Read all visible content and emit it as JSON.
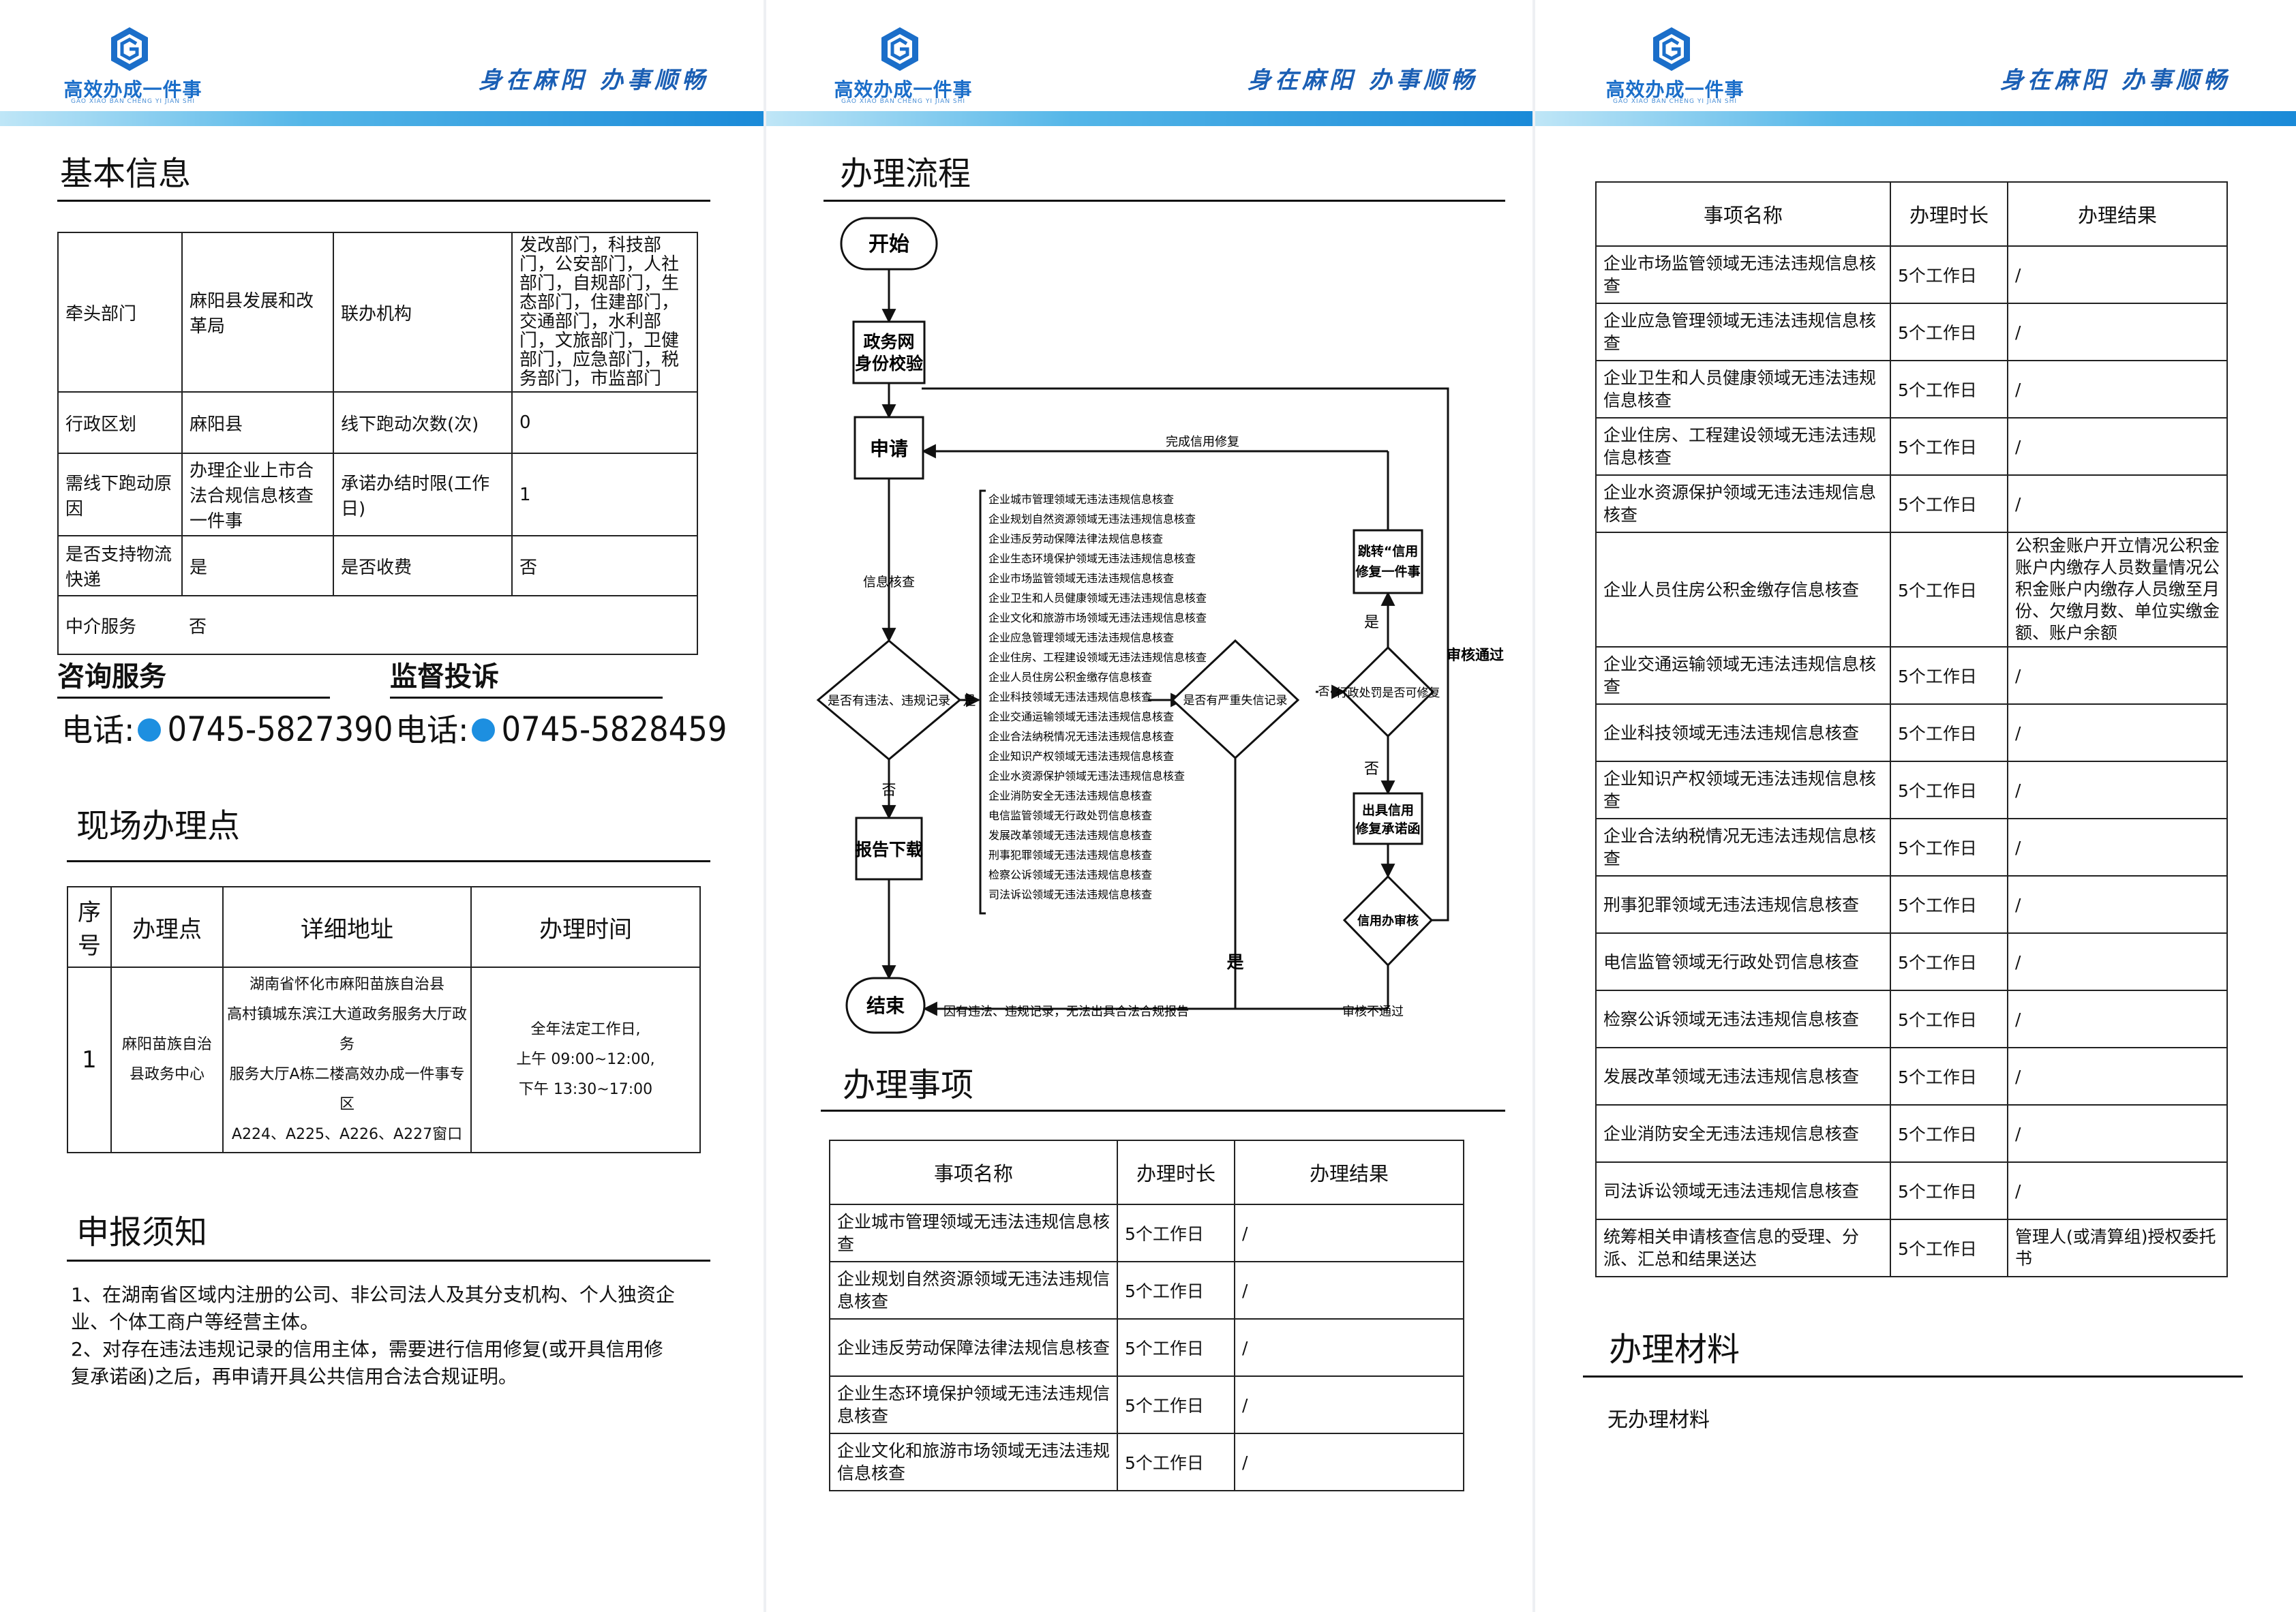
{
  "header": {
    "logo_text": "高效办成一件事",
    "logo_sub": "GAO XIAO BAN CHENG YI JIAN SHI",
    "slogan": "身在麻阳  办事顺畅"
  },
  "basic_info": {
    "title": "基本信息",
    "rows": [
      {
        "label1": "牵头部门",
        "value1": "麻阳县发展和改革局",
        "label2": "联办机构",
        "value2": "发改部门，科技部门，公安部门，人社部门，自规部门，生态部门，住建部门，交通部门，水利部门，文旅部门，卫健部门，应急部门，税务部门，市监部门"
      },
      {
        "label1": "行政区划",
        "value1": "麻阳县",
        "label2": "线下跑动次数(次)",
        "value2": "0"
      },
      {
        "label1": "需线下跑动原因",
        "value1": "办理企业上市合法合规信息核查一件事",
        "label2": "承诺办结时限(工作日)",
        "value2": "1"
      },
      {
        "label1": "是否支持物流快递",
        "value1": "是",
        "label2": "是否收费",
        "value2": "否"
      },
      {
        "label1": "中介服务",
        "value1": "否"
      }
    ]
  },
  "consult": {
    "title": "咨询服务",
    "phone_label": "电话:",
    "phone": "0745-5827390"
  },
  "complaint": {
    "title": "监督投诉",
    "phone_label": "电话:",
    "phone": "0745-5828459"
  },
  "site": {
    "title": "现场办理点",
    "headers": [
      "序号",
      "办理点",
      "详细地址",
      "办理时间"
    ],
    "rows": [
      {
        "no": "1",
        "place": "麻阳苗族自治县政务中心",
        "address": [
          "湖南省怀化市麻阳苗族自治县",
          "高村镇城东滨江大道政务服务大厅政务",
          "服务大厅A栋二楼高效办成一件事专区",
          "A224、A225、A226、A227窗口"
        ],
        "hours": [
          "全年法定工作日,",
          "上午 09:00~12:00,",
          "下午 13:30~17:00"
        ]
      }
    ]
  },
  "notice": {
    "title": "申报须知",
    "lines": [
      "1、在湖南省区域内注册的公司、非公司法人及其分支机构、个人独资企",
      "业、个体工商户等经营主体。",
      "2、对存在违法违规记录的信用主体，需要进行信用修复(或开具信用修",
      "复承诺函)之后，再申请开具公共信用合法合规证明。"
    ]
  },
  "flow": {
    "title": "办理流程",
    "start": "开始",
    "verify": [
      "政务网",
      "身份校验"
    ],
    "apply": "申请",
    "check_label": "信息核查",
    "violation_q": "是否有违法、违规记录",
    "yes": "是",
    "no": "否",
    "report": "报告下载",
    "end": "结束",
    "end_label": "因有违法、违规记录，无法出具合法合规报告",
    "checks": [
      "企业城市管理领域无违法违规信息核查",
      "企业规划自然资源领域无违法违规信息核查",
      "企业违反劳动保障法律法规信息核查",
      "企业生态环境保护领域无违法违规信息核查",
      "企业市场监管领域无违法违规信息核查",
      "企业卫生和人员健康领域无违法违规信息核查",
      "企业文化和旅游市场领域无违法违规信息核查",
      "企业应急管理领域无违法违规信息核查",
      "企业住房、工程建设领域无违法违规信息核查",
      "企业人员住房公积金缴存信息核查",
      "企业科技领域无违法违规信息核查",
      "企业交通运输领域无违法违规信息核查",
      "企业合法纳税情况无违法违规信息核查",
      "企业知识产权领域无违法违规信息核查",
      "企业水资源保护领域无违法违规信息核查",
      "企业消防安全无违法违规信息核查",
      "电信监管领域无行政处罚信息核查",
      "发展改革领域无违法违规信息核查",
      "刑事犯罪领域无违法违规信息核查",
      "检察公诉领域无违法违规信息核查",
      "司法诉讼领域无违法违规信息核查"
    ],
    "serious_q": "是否有严重失信记录",
    "penalty_q": "行政处罚是否可修复",
    "jump": [
      "跳转“信用",
      "修复一件事"
    ],
    "promise": [
      "出具信用",
      "修复承诺函"
    ],
    "credit_review": "信用办审核",
    "review_pass": "审核通过",
    "review_fail": "审核不通过",
    "repair_done": "完成信用修复"
  },
  "items": {
    "title": "办理事项",
    "headers": [
      "事项名称",
      "办理时长",
      "办理结果"
    ],
    "rows": [
      {
        "name": "企业城市管理领域无违法违规信息核查",
        "time": "5个工作日",
        "result": "/"
      },
      {
        "name": "企业规划自然资源领域无违法违规信息核查",
        "time": "5个工作日",
        "result": "/"
      },
      {
        "name": "企业违反劳动保障法律法规信息核查",
        "time": "5个工作日",
        "result": "/"
      },
      {
        "name": "企业生态环境保护领域无违法违规信息核查",
        "time": "5个工作日",
        "result": "/"
      },
      {
        "name": "企业文化和旅游市场领域无违法违规信息核查",
        "time": "5个工作日",
        "result": "/"
      }
    ]
  },
  "items2": {
    "headers": [
      "事项名称",
      "办理时长",
      "办理结果"
    ],
    "rows": [
      {
        "name": "企业市场监管领域无违法违规信息核查",
        "time": "5个工作日",
        "result": "/"
      },
      {
        "name": "企业应急管理领域无违法违规信息核查",
        "time": "5个工作日",
        "result": "/"
      },
      {
        "name": "企业卫生和人员健康领域无违法违规信息核查",
        "time": "5个工作日",
        "result": "/"
      },
      {
        "name": "企业住房、工程建设领域无违法违规信息核查",
        "time": "5个工作日",
        "result": "/"
      },
      {
        "name": "企业水资源保护领域无违法违规信息核查",
        "time": "5个工作日",
        "result": "/"
      },
      {
        "name": "企业人员住房公积金缴存信息核查",
        "time": "5个工作日",
        "result": "公积金账户开立情况公积金账户内缴存人员数量情况公积金账户内缴存人员缴至月份、欠缴月数、单位实缴金额、账户余额"
      },
      {
        "name": "企业交通运输领域无违法违规信息核查",
        "time": "5个工作日",
        "result": "/"
      },
      {
        "name": "企业科技领域无违法违规信息核查",
        "time": "5个工作日",
        "result": "/"
      },
      {
        "name": "企业知识产权领域无违法违规信息核查",
        "time": "5个工作日",
        "result": "/"
      },
      {
        "name": "企业合法纳税情况无违法违规信息核查",
        "time": "5个工作日",
        "result": "/"
      },
      {
        "name": "刑事犯罪领域无违法违规信息核查",
        "time": "5个工作日",
        "result": "/"
      },
      {
        "name": "电信监管领域无行政处罚信息核查",
        "time": "5个工作日",
        "result": "/"
      },
      {
        "name": "检察公诉领域无违法违规信息核查",
        "time": "5个工作日",
        "result": "/"
      },
      {
        "name": "发展改革领域无违法违规信息核查",
        "time": "5个工作日",
        "result": "/"
      },
      {
        "name": "企业消防安全无违法违规信息核查",
        "time": "5个工作日",
        "result": "/"
      },
      {
        "name": "司法诉讼领域无违法违规信息核查",
        "time": "5个工作日",
        "result": "/"
      },
      {
        "name": "统筹相关申请核查信息的受理、分派、汇总和结果送达",
        "time": "5个工作日",
        "result": "管理人(或清算组)授权委托书"
      }
    ]
  },
  "materials": {
    "title": "办理材料",
    "text": "无办理材料"
  },
  "colors": {
    "brand_blue": "#1b6ec9",
    "bar_blue": "#1a8ad8",
    "orange": "#f08a12",
    "green": "#9bd3b0"
  }
}
